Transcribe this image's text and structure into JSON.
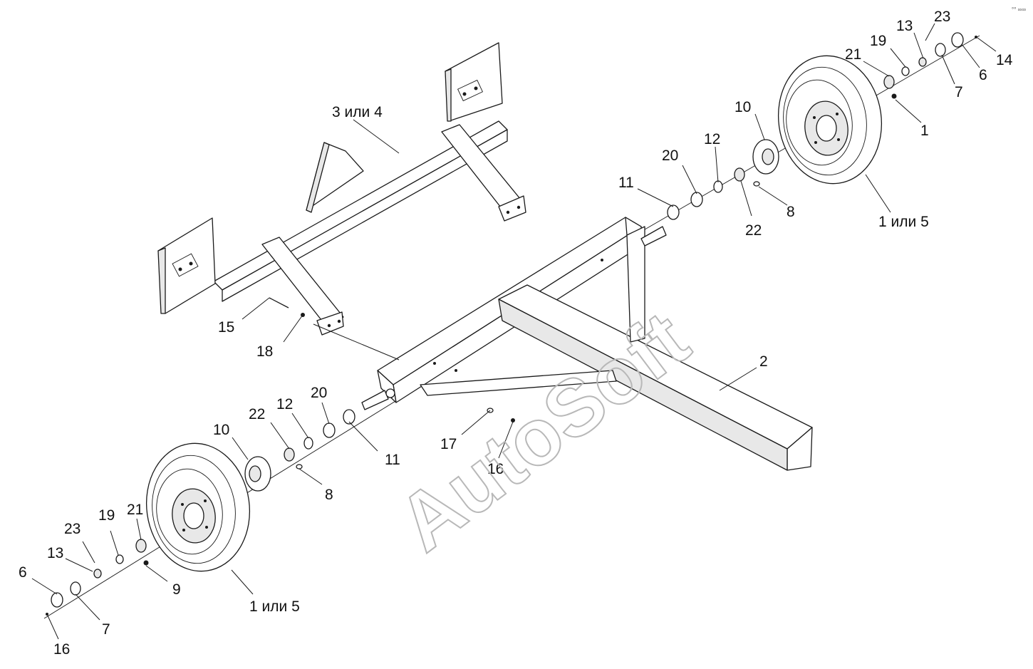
{
  "watermark": "AutoSoft",
  "corner_mark": "°° ∞∞",
  "callouts": {
    "c_1": "1",
    "c_1_or_5_right": "1 или 5",
    "c_1_or_5_left": "1 или 5",
    "c_2": "2",
    "c_3_or_4": "3 или 4",
    "c_6_right": "6",
    "c_6_left": "6",
    "c_7_right": "7",
    "c_7_left": "7",
    "c_8_right": "8",
    "c_8_left": "8",
    "c_9": "9",
    "c_10_right": "10",
    "c_10_left": "10",
    "c_11_right": "11",
    "c_11_left": "11",
    "c_12_right": "12",
    "c_12_left": "12",
    "c_13_right": "13",
    "c_13_left": "13",
    "c_14": "14",
    "c_15": "15",
    "c_16_center": "16",
    "c_16_left": "16",
    "c_17": "17",
    "c_18": "18",
    "c_19_right": "19",
    "c_19_left": "19",
    "c_20_right": "20",
    "c_20_left": "20",
    "c_21_right": "21",
    "c_21_left": "21",
    "c_22_right": "22",
    "c_22_left": "22",
    "c_23_right": "23",
    "c_23_left": "23"
  }
}
